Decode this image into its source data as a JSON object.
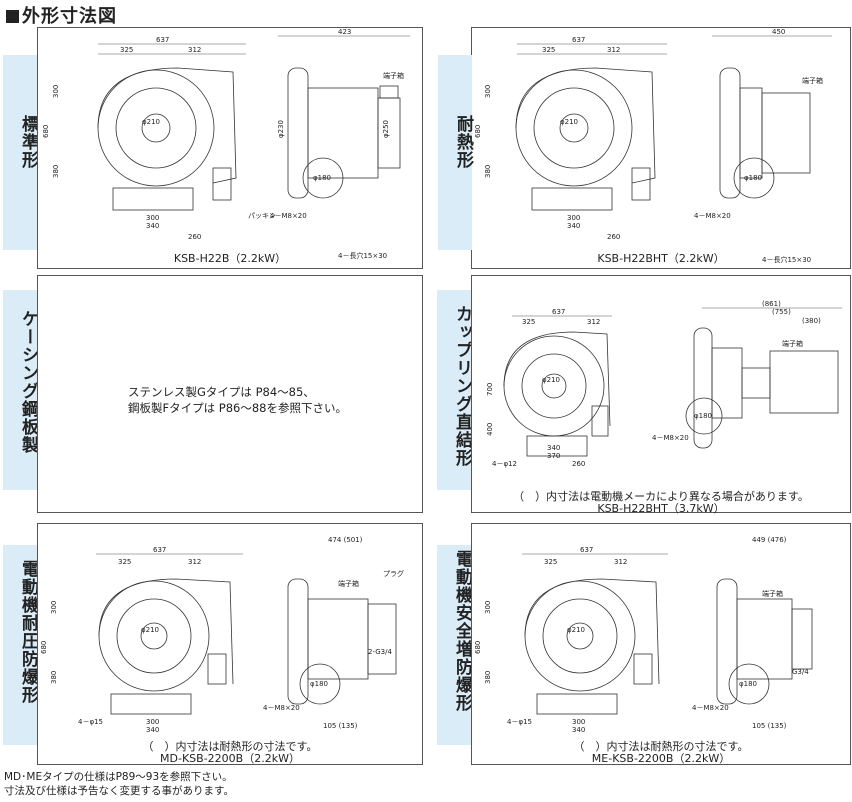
{
  "title": "外形寸法図",
  "panels": {
    "standard": {
      "tab": "標準形",
      "caption": "KSB-H22B（2.2kW）"
    },
    "heat": {
      "tab": "耐熱形",
      "caption": "KSB-H22BHT（2.2kW）"
    },
    "casing": {
      "tab": "ケーシング鋼板製",
      "note_line1": "ステンレス製Gタイプは P84～85、",
      "note_line2": "鋼板製Fタイプは P86～88を参照下さい。"
    },
    "coupling": {
      "tab": "カップリング直結形",
      "note": "（　）内寸法は電動機メーカにより異なる場合があります。",
      "caption": "KSB-H22BHT（3.7kW）"
    },
    "explosion": {
      "tab": "電動機耐圧防爆形",
      "note": "（　）内寸法は耐熱形の寸法です。",
      "caption": "MD-KSB-2200B（2.2kW）"
    },
    "safety": {
      "tab": "電動機安全増防爆形",
      "note": "（　）内寸法は耐熱形の寸法です。",
      "caption": "ME-KSB-2200B（2.2kW）"
    }
  },
  "dims": {
    "w637": "637",
    "w325": "325",
    "w312": "312",
    "h300": "300",
    "h380": "380",
    "h680": "680",
    "h700": "700",
    "h400": "400",
    "b300": "300",
    "b340": "340",
    "b260": "260",
    "b370": "370",
    "d423": "423",
    "d450": "450",
    "d861": "(861)",
    "d755": "(755)",
    "d380": "(380)",
    "d474": "474 (501)",
    "d449": "449 (476)",
    "phi210": "φ210",
    "phi180": "φ180",
    "phi230": "φ230",
    "phi250": "φ250",
    "bolt": "4－M8×20",
    "slot": "4－長穴15×30",
    "packing": "パッキン",
    "terminal": "端子箱",
    "plug": "プラグ",
    "g34": "2-G3/4",
    "g34b": "G3/4",
    "hole": "4－φ15",
    "hole12": "4－φ12",
    "d105": "105 (135)"
  },
  "footer": {
    "line1": "MD･MEタイプの仕様はP89～93を参照下さい。",
    "line2": "寸法及び仕様は予告なく変更する事があります。"
  }
}
